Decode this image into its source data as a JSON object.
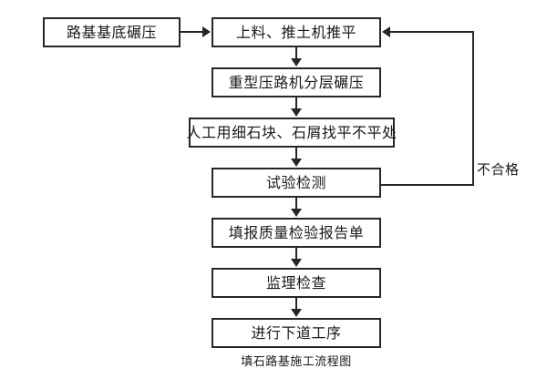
{
  "diagram": {
    "caption": "填石路基施工流程图",
    "colors": {
      "line": "#262626",
      "text": "#1a1a1a",
      "background": "#ffffff"
    },
    "nodes": [
      {
        "id": "subgrade-compaction",
        "label": "路基基底碾压"
      },
      {
        "id": "feed-and-bulldozer-leveling",
        "label": "上料、推土机推平"
      },
      {
        "id": "heavy-roller-layered-compaction",
        "label": "重型压路机分层碾压"
      },
      {
        "id": "manual-fine-stone-leveling",
        "label": "人工用细石块、石屑找平不平处"
      },
      {
        "id": "test-inspection",
        "label": "试验检测"
      },
      {
        "id": "quality-inspection-report",
        "label": "填报质量检验报告单"
      },
      {
        "id": "supervision-check",
        "label": "监理检查"
      },
      {
        "id": "next-process",
        "label": "进行下道工序"
      }
    ],
    "edges": [
      {
        "id": "edge-start-to-feed",
        "label": ""
      },
      {
        "id": "edge-feed-to-roller",
        "label": ""
      },
      {
        "id": "edge-roller-to-manual",
        "label": ""
      },
      {
        "id": "edge-manual-to-test",
        "label": ""
      },
      {
        "id": "edge-test-to-report",
        "label": ""
      },
      {
        "id": "edge-report-to-supervision",
        "label": ""
      },
      {
        "id": "edge-supervision-to-next",
        "label": ""
      },
      {
        "id": "edge-test-rework-loop",
        "label": "不合格"
      }
    ]
  }
}
